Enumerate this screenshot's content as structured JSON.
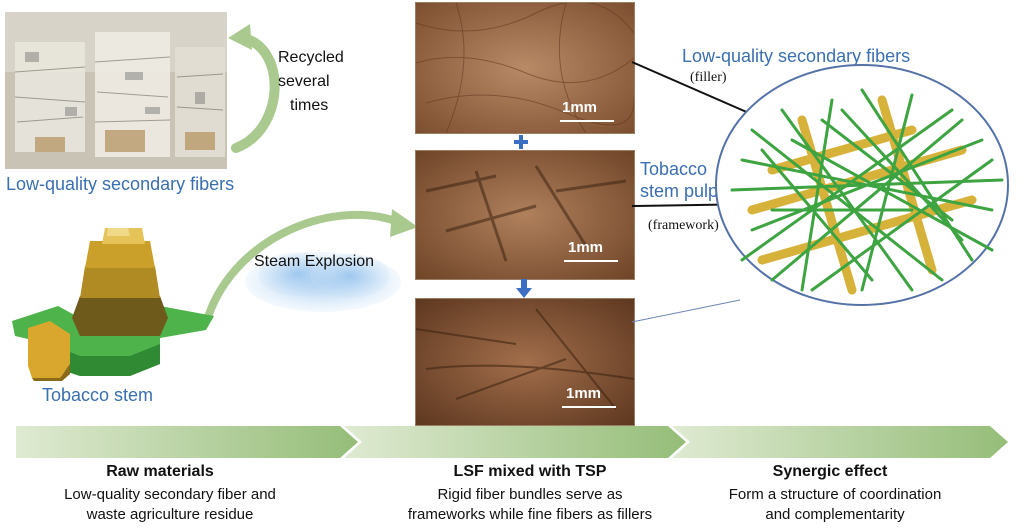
{
  "labels": {
    "recycled": [
      "Recycled",
      "several",
      "times"
    ],
    "lsf_bottom": "Low-quality secondary fibers",
    "lsf_top": "Low-quality secondary fibers",
    "filler": "(filler)",
    "tobacco_stem_pulp": [
      "Tobacco",
      "stem pulp"
    ],
    "framework": "(framework)",
    "steam_explosion": "Steam Explosion",
    "tobacco_stem": "Tobacco stem",
    "scale": "1mm"
  },
  "stages": [
    {
      "title": "Raw materials",
      "desc": [
        "Low-quality secondary fiber and",
        "waste agriculture residue"
      ]
    },
    {
      "title": "LSF mixed with TSP",
      "desc": [
        "Rigid fiber bundles serve as",
        "frameworks while fine fibers as fillers"
      ]
    },
    {
      "title": "Synergic effect",
      "desc": [
        "Form a structure of coordination",
        "and complementarity"
      ]
    }
  ],
  "colors": {
    "label_blue": "#3a6fb0",
    "arrow_green": "#a9c98e",
    "fiber_green": "#3da441",
    "fiber_yellow": "#d7b23a",
    "micro_brown": "#8a5a38",
    "plus_blue": "#3b6fc4"
  }
}
